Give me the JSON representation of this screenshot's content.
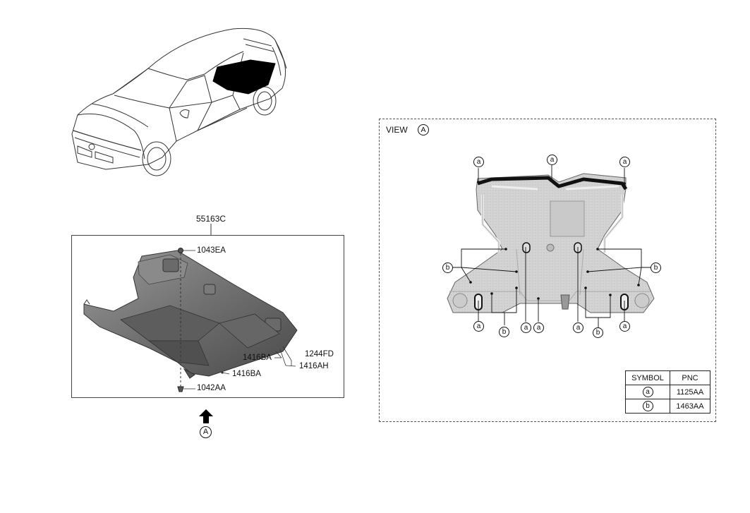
{
  "assembly_pnc": "55163C",
  "parts": {
    "p1043EA": "1043EA",
    "p1042AA": "1042AA",
    "p1244FD": "1244FD",
    "p1416BA_upper": "1416BA",
    "p1416BA_lower": "1416BA",
    "p1416AH": "1416AH"
  },
  "view_ref": "A",
  "view": {
    "label": "VIEW",
    "ref": "A"
  },
  "callouts": {
    "a": "a",
    "b": "b"
  },
  "table": {
    "headers": [
      "SYMBOL",
      "PNC"
    ],
    "rows": [
      {
        "symbol": "a",
        "pnc": "1125AA"
      },
      {
        "symbol": "b",
        "pnc": "1463AA"
      }
    ]
  }
}
